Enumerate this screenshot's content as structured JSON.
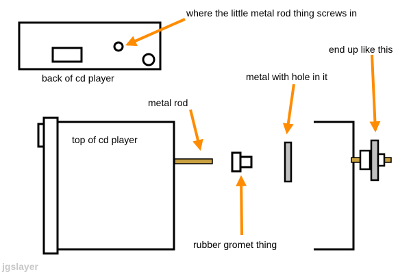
{
  "labels": {
    "screws_in": "where the little metal rod thing screws in",
    "back": "back of cd player",
    "metal_rod": "metal rod",
    "metal_hole": "metal with hole in it",
    "end_up": "end up like this",
    "top": "top of cd player",
    "gromet": "rubber gromet thing"
  },
  "watermark": "jgslayer",
  "colors": {
    "arrow": "#ff8c00",
    "rod": "#c8a040",
    "metal": "#c0c0c0",
    "outline": "#000000",
    "background": "#ffffff",
    "watermark": "#c8c8c8"
  }
}
